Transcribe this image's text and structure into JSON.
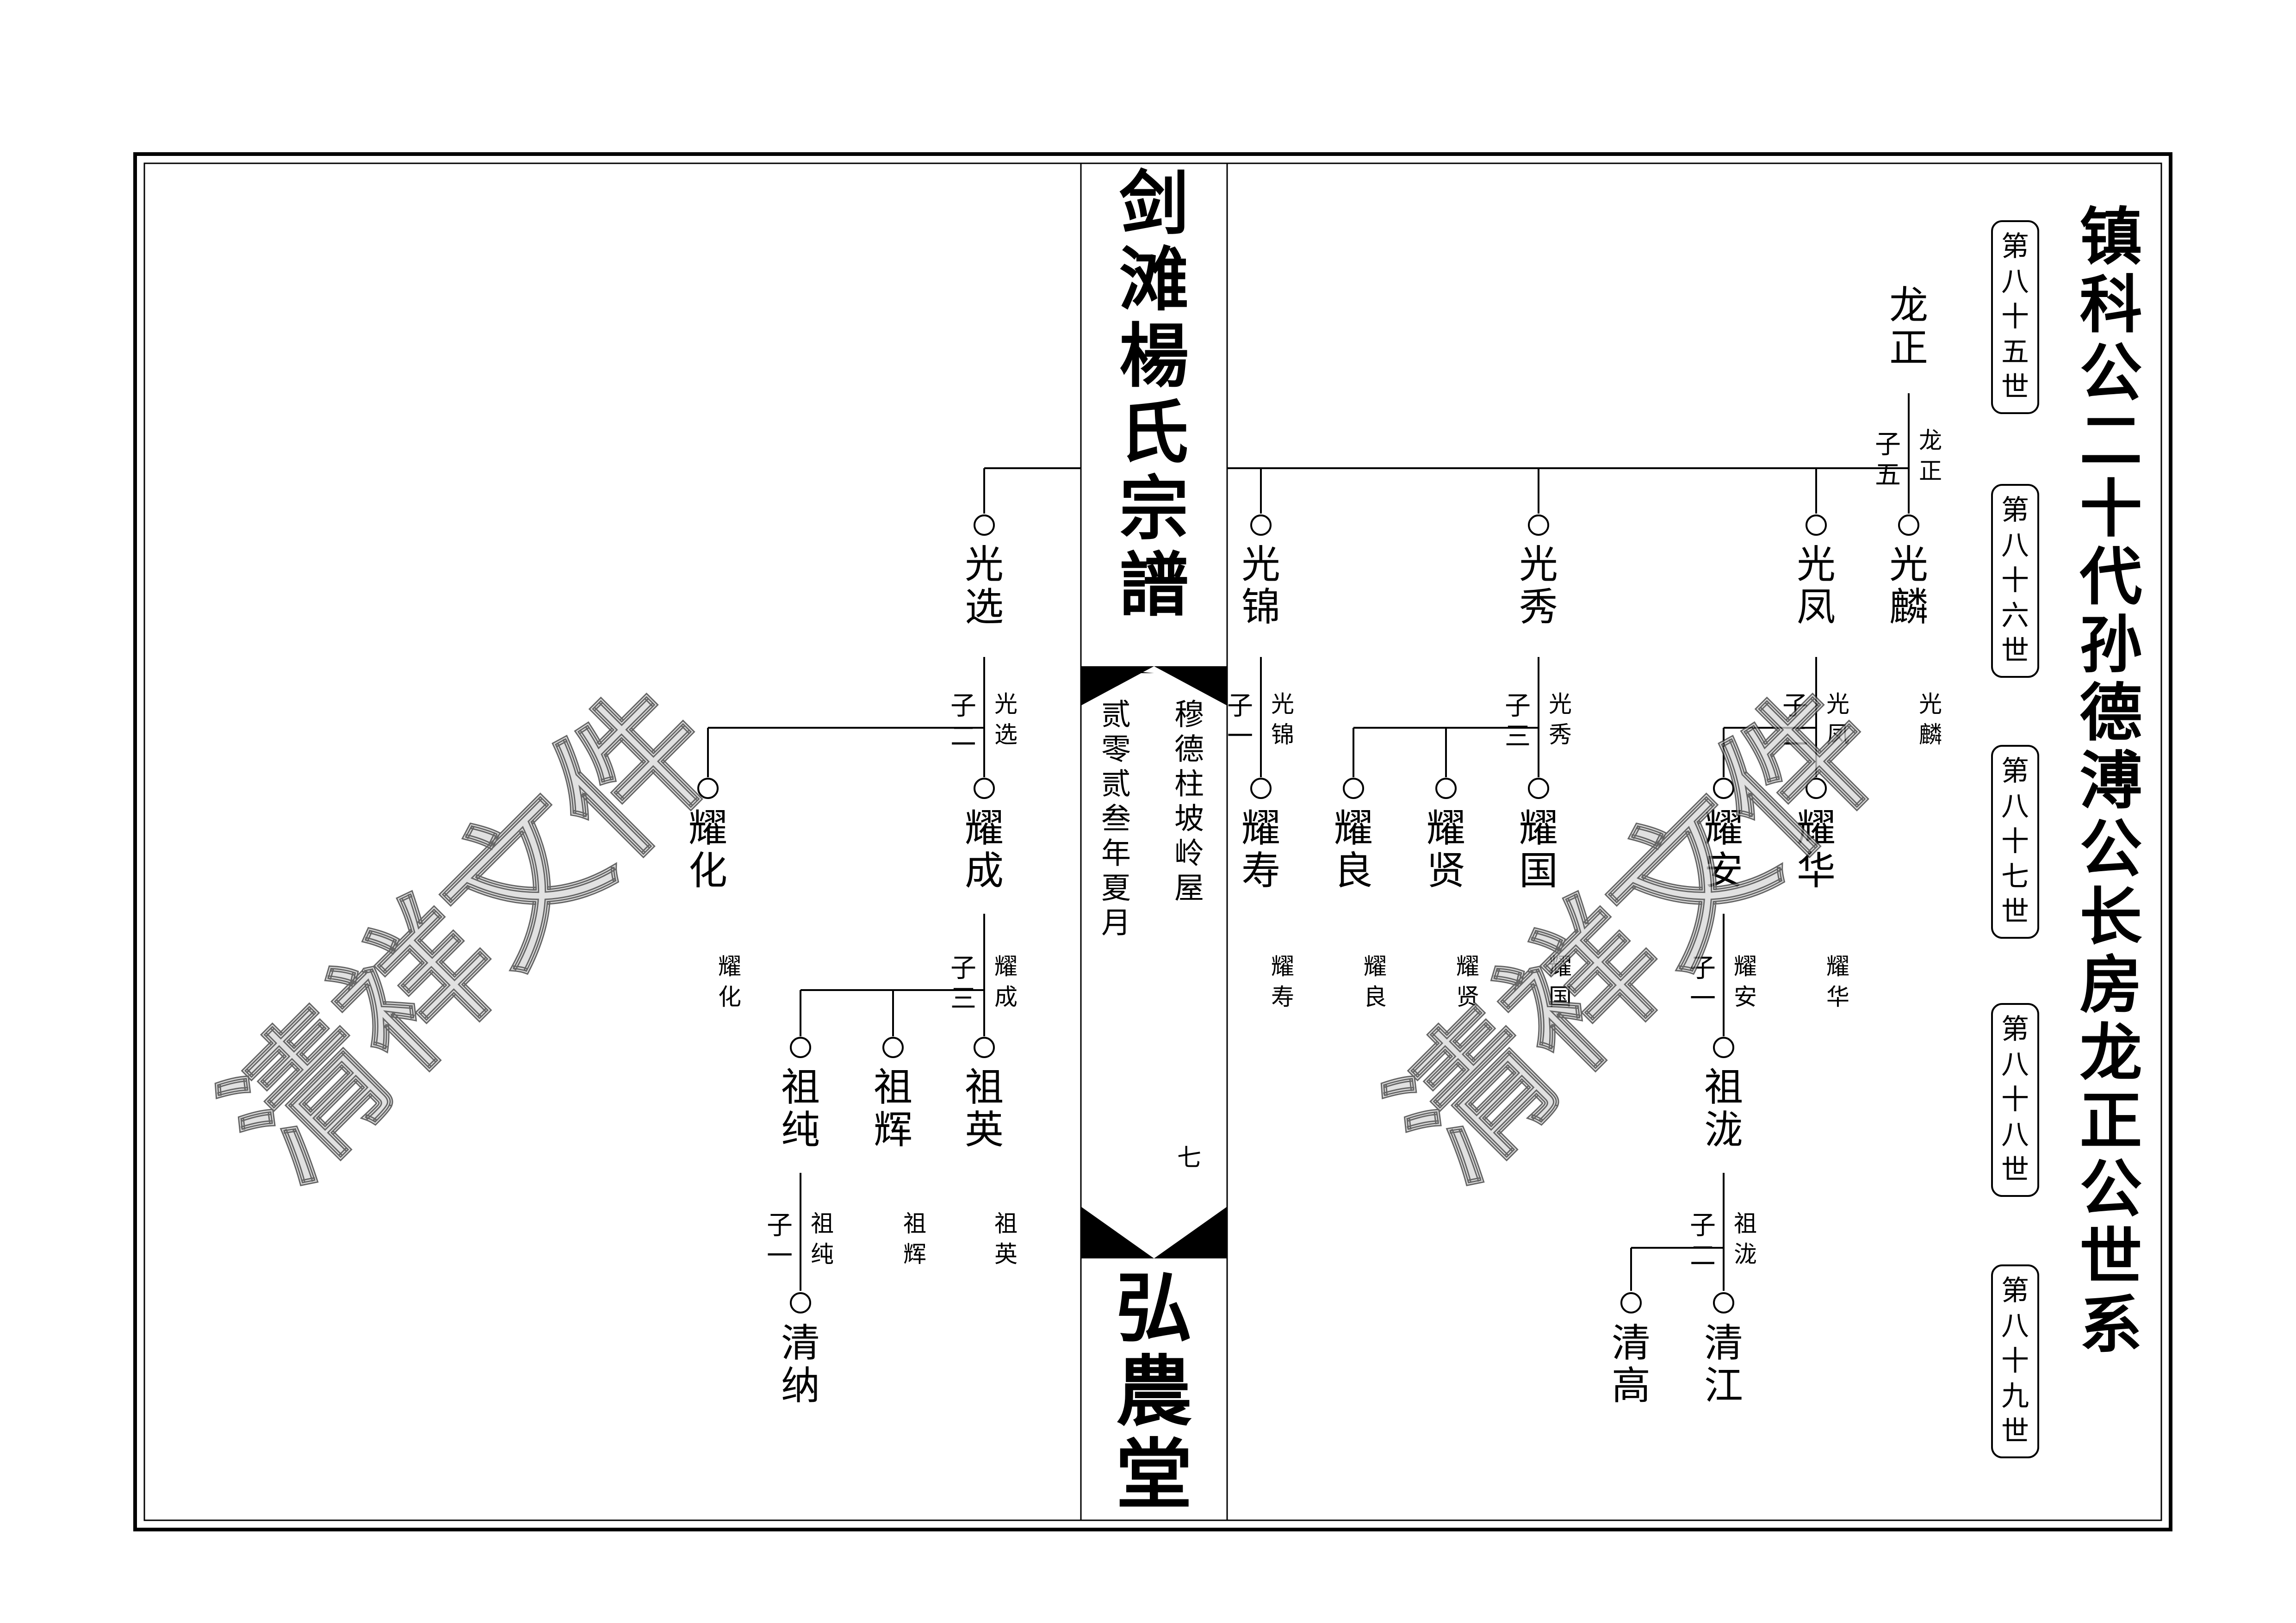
{
  "page_title": "镇科公二十代孙德溥公长房龙正公世系",
  "spine": {
    "title": "剑滩楊氏宗譜",
    "place": "穆德柱坡岭屋",
    "date": "贰零贰叁年夏月",
    "page_number": "七",
    "hall_name": "弘農堂"
  },
  "generations": [
    "第八十五世",
    "第八十六世",
    "第八十七世",
    "第八十八世",
    "第八十九世"
  ],
  "watermark": "清祥文件",
  "colors": {
    "ink": "#000000",
    "watermark_fill": "#d8d8d8",
    "watermark_edge": "#333333"
  },
  "people": {
    "longzheng": "龙正",
    "guanglin": "光麟",
    "guangfeng": "光凤",
    "guangxiu": "光秀",
    "guangjin": "光锦",
    "guangxuan": "光选",
    "yaohua": "耀华",
    "yaoan": "耀安",
    "yaoguo": "耀国",
    "yaoxian": "耀贤",
    "yaoliang": "耀良",
    "yaoshou": "耀寿",
    "yaocheng": "耀成",
    "yaohua2": "耀化",
    "zulong": "祖泷",
    "zuying": "祖英",
    "zuhui": "祖辉",
    "zuchun": "祖纯",
    "qingjiang": "清江",
    "qinggao": "清高",
    "qingna": "清纳"
  },
  "son_counts": {
    "longzheng": "子五",
    "guangfeng": "子二",
    "guangxiu": "子三",
    "guangjin": "子一",
    "guangxuan": "子二",
    "yaoan": "子一",
    "yaocheng": "子三",
    "zulong": "子二",
    "zuchun": "子一"
  },
  "tags": {
    "longzheng": "龙正",
    "guanglin": "光麟",
    "guangfeng": "光凤",
    "guangxiu": "光秀",
    "guangjin": "光锦",
    "guangxuan": "光选",
    "yaohua": "耀华",
    "yaoan": "耀安",
    "yaoguo": "耀国",
    "yaoxian": "耀贤",
    "yaoliang": "耀良",
    "yaoshou": "耀寿",
    "yaocheng": "耀成",
    "yaohua2": "耀化",
    "zulong": "祖泷",
    "zuying": "祖英",
    "zuhui": "祖辉",
    "zuchun": "祖纯"
  }
}
